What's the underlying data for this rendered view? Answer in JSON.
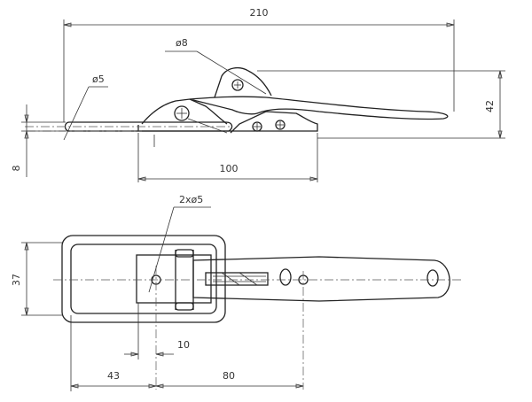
{
  "dimensions": {
    "overall_length": "210",
    "pin_diameter": "ø8",
    "hook_hole_diameter": "ø5",
    "height": "42",
    "thickness": "8",
    "base_length": "100",
    "mount_holes": "2xø5",
    "width": "37",
    "hole_offset": "10",
    "end_to_hole": "43",
    "hole_spacing": "80"
  },
  "colors": {
    "line": "#222222",
    "dim": "#333333"
  }
}
